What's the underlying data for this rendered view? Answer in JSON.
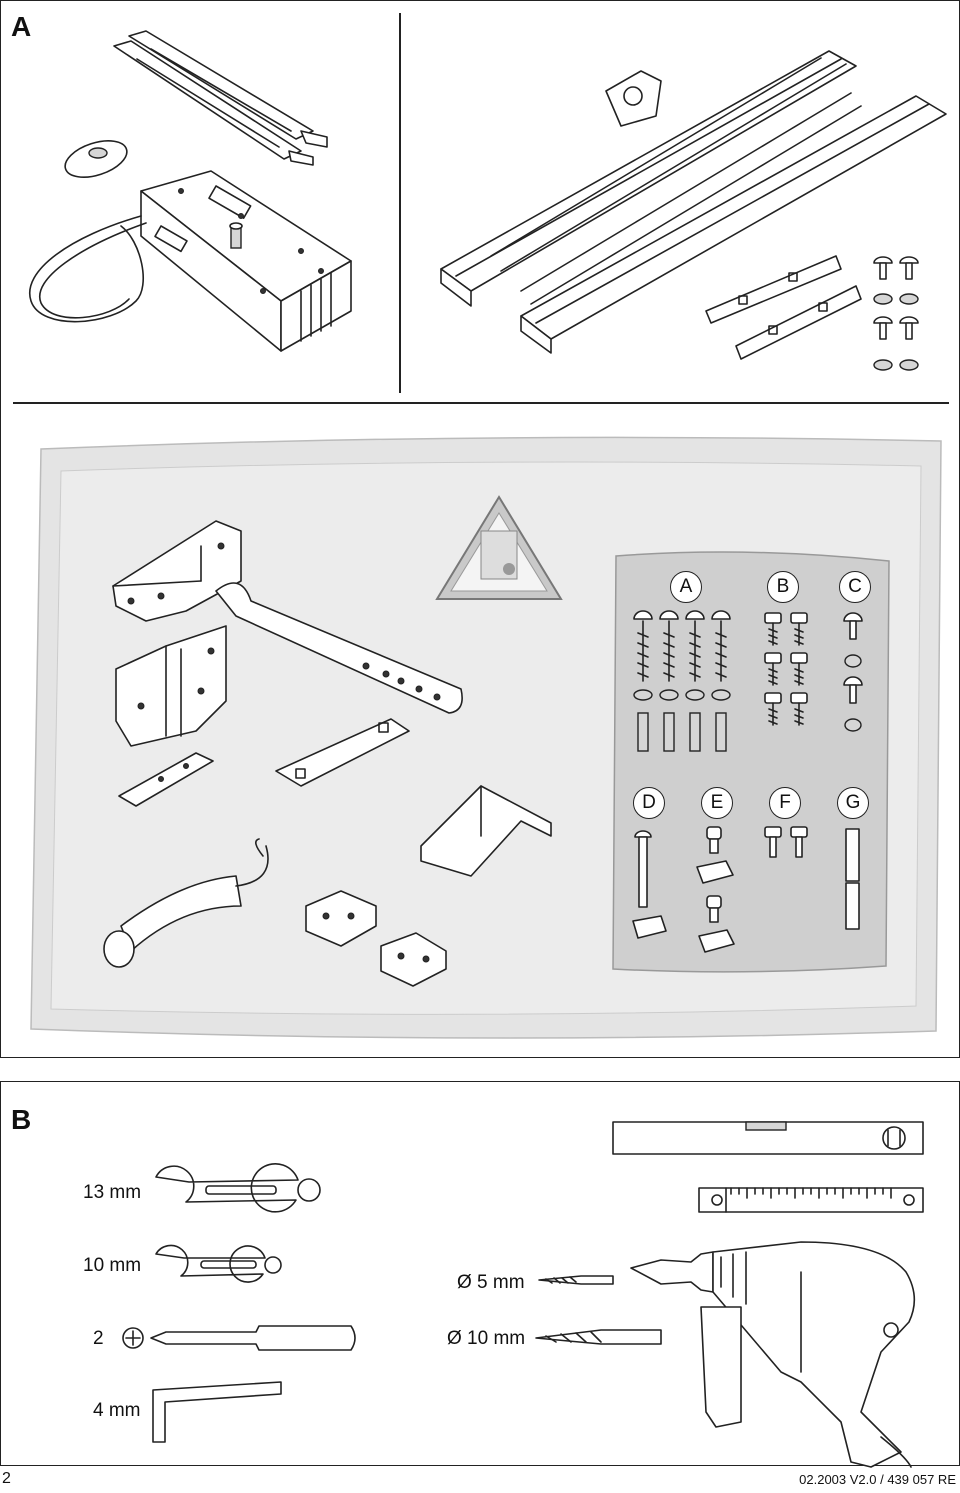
{
  "section_a": {
    "label": "A"
  },
  "bag": {
    "labels": [
      "A",
      "B",
      "C",
      "D",
      "E",
      "F",
      "G"
    ]
  },
  "section_b": {
    "label": "B",
    "tools": {
      "wrench_13": "13 mm",
      "wrench_10": "10 mm",
      "screwdriver": "2",
      "allen_key": "4 mm",
      "drill_bit_5": "Ø 5 mm",
      "drill_bit_10": "Ø 10 mm"
    }
  },
  "footer": {
    "page_number": "2",
    "doc_code": "02.2003  V2.0 / 439 057  RE"
  }
}
